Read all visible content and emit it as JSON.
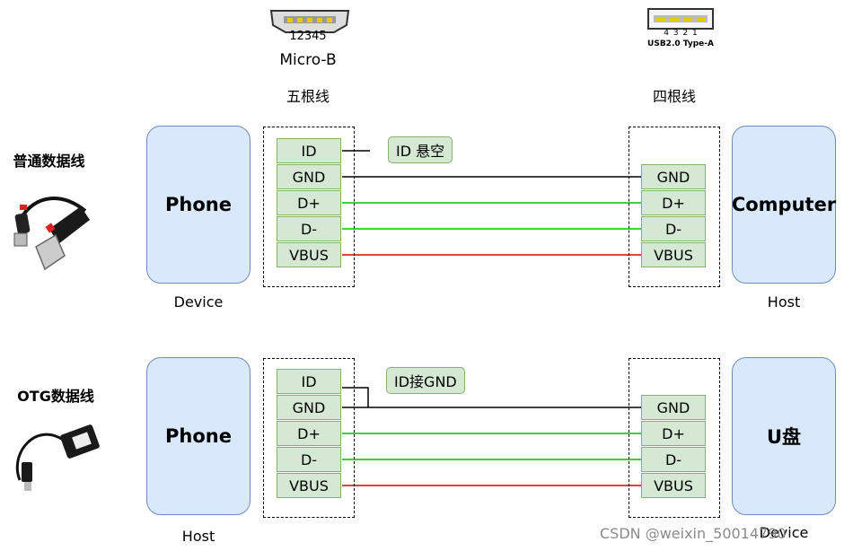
{
  "connectors": {
    "left_pins_label": "12345",
    "left_name": "Micro-B",
    "left_wires": "五根线",
    "right_pins_label": "4 3 2 1",
    "right_name": "USB2.0 Type-A",
    "right_wires": "四根线"
  },
  "section1": {
    "title": "普通数据线",
    "left_box": "Phone",
    "left_role": "Device",
    "right_box": "Computer",
    "right_role": "Host",
    "note": "ID 悬空",
    "left_pins": [
      "ID",
      "GND",
      "D+",
      "D-",
      "VBUS"
    ],
    "right_pins": [
      "GND",
      "D+",
      "D-",
      "VBUS"
    ]
  },
  "section2": {
    "title": "OTG数据线",
    "left_box": "Phone",
    "left_role": "Host",
    "right_box": "U盘",
    "right_role": "Device",
    "note": "ID接GND",
    "left_pins": [
      "ID",
      "GND",
      "D+",
      "D-",
      "VBUS"
    ],
    "right_pins": [
      "GND",
      "D+",
      "D-",
      "VBUS"
    ]
  },
  "watermark": "CSDN @weixin_50014790",
  "colors": {
    "gnd": "#000000",
    "data": "#00c000",
    "vbus": "#e00000",
    "box_fill": "#dae8fc",
    "pin_fill": "#d5e8d4"
  }
}
